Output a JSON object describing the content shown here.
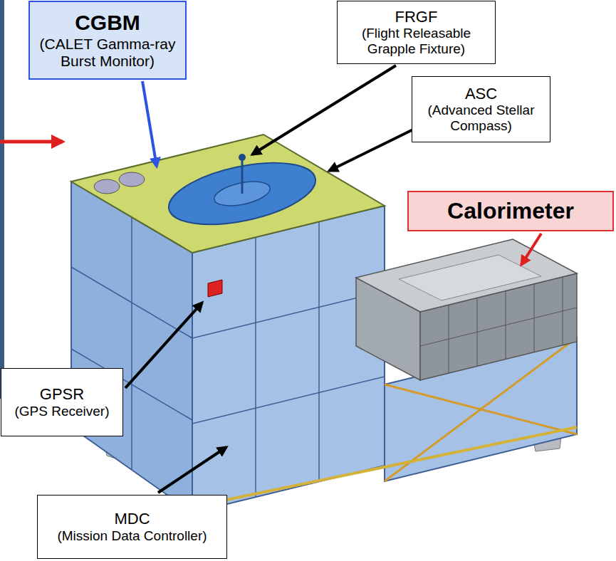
{
  "diagram": {
    "nodes": [
      {
        "text": [
          "CGBM",
          "(CALET Gamma-ray Burst Monitor)"
        ]
      },
      {
        "text": [
          "FRGF",
          "(Flight Releasable Grapple Fixture)"
        ]
      },
      {
        "text": [
          "ASC",
          "(Advanced Stellar Compass)"
        ]
      },
      {
        "text": [
          "Calorimeter"
        ]
      },
      {
        "text": [
          "GPSR",
          "(GPS Receiver)"
        ]
      },
      {
        "text": [
          "MDC",
          "(Mission Data Controller)"
        ]
      }
    ]
  }
}
